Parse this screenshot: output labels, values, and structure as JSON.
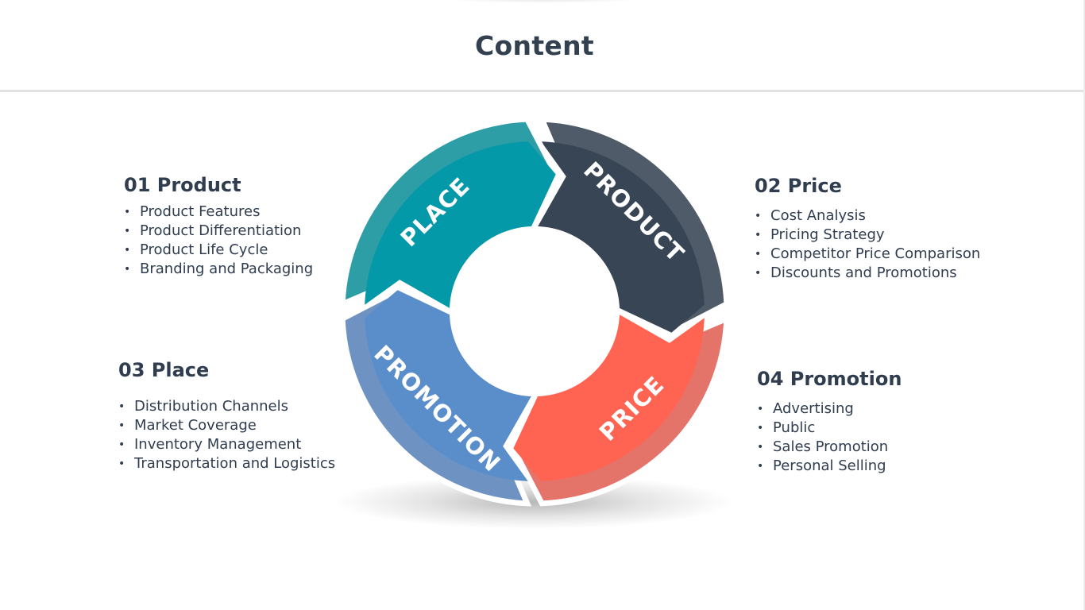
{
  "page": {
    "title": "Content"
  },
  "cycle": {
    "segments": [
      {
        "id": "product",
        "label": "PRODUCT",
        "color": "#374555",
        "rim": "#4f5b69"
      },
      {
        "id": "price",
        "label": "PRICE",
        "color": "#ff6452",
        "rim": "#e4736a"
      },
      {
        "id": "promotion",
        "label": "PROMOTION",
        "color": "#5a8ecb",
        "rim": "#6e93c3"
      },
      {
        "id": "place",
        "label": "PLACE",
        "color": "#0399a8",
        "rim": "#2d9da6"
      }
    ]
  },
  "blocks": {
    "product": {
      "heading": "01 Product",
      "items": [
        "Product Features",
        "Product Differentiation",
        "Product Life Cycle",
        "Branding and Packaging"
      ]
    },
    "price": {
      "heading": "02 Price",
      "items": [
        "Cost Analysis",
        "Pricing Strategy",
        "Competitor Price Comparison",
        "Discounts and Promotions"
      ]
    },
    "place": {
      "heading": "03 Place",
      "items": [
        "Distribution Channels",
        "Market Coverage",
        " Inventory Management",
        "Transportation and Logistics"
      ]
    },
    "promotion": {
      "heading": "04 Promotion",
      "items": [
        "Advertising",
        "Public",
        "Sales Promotion",
        "Personal Selling"
      ]
    }
  }
}
